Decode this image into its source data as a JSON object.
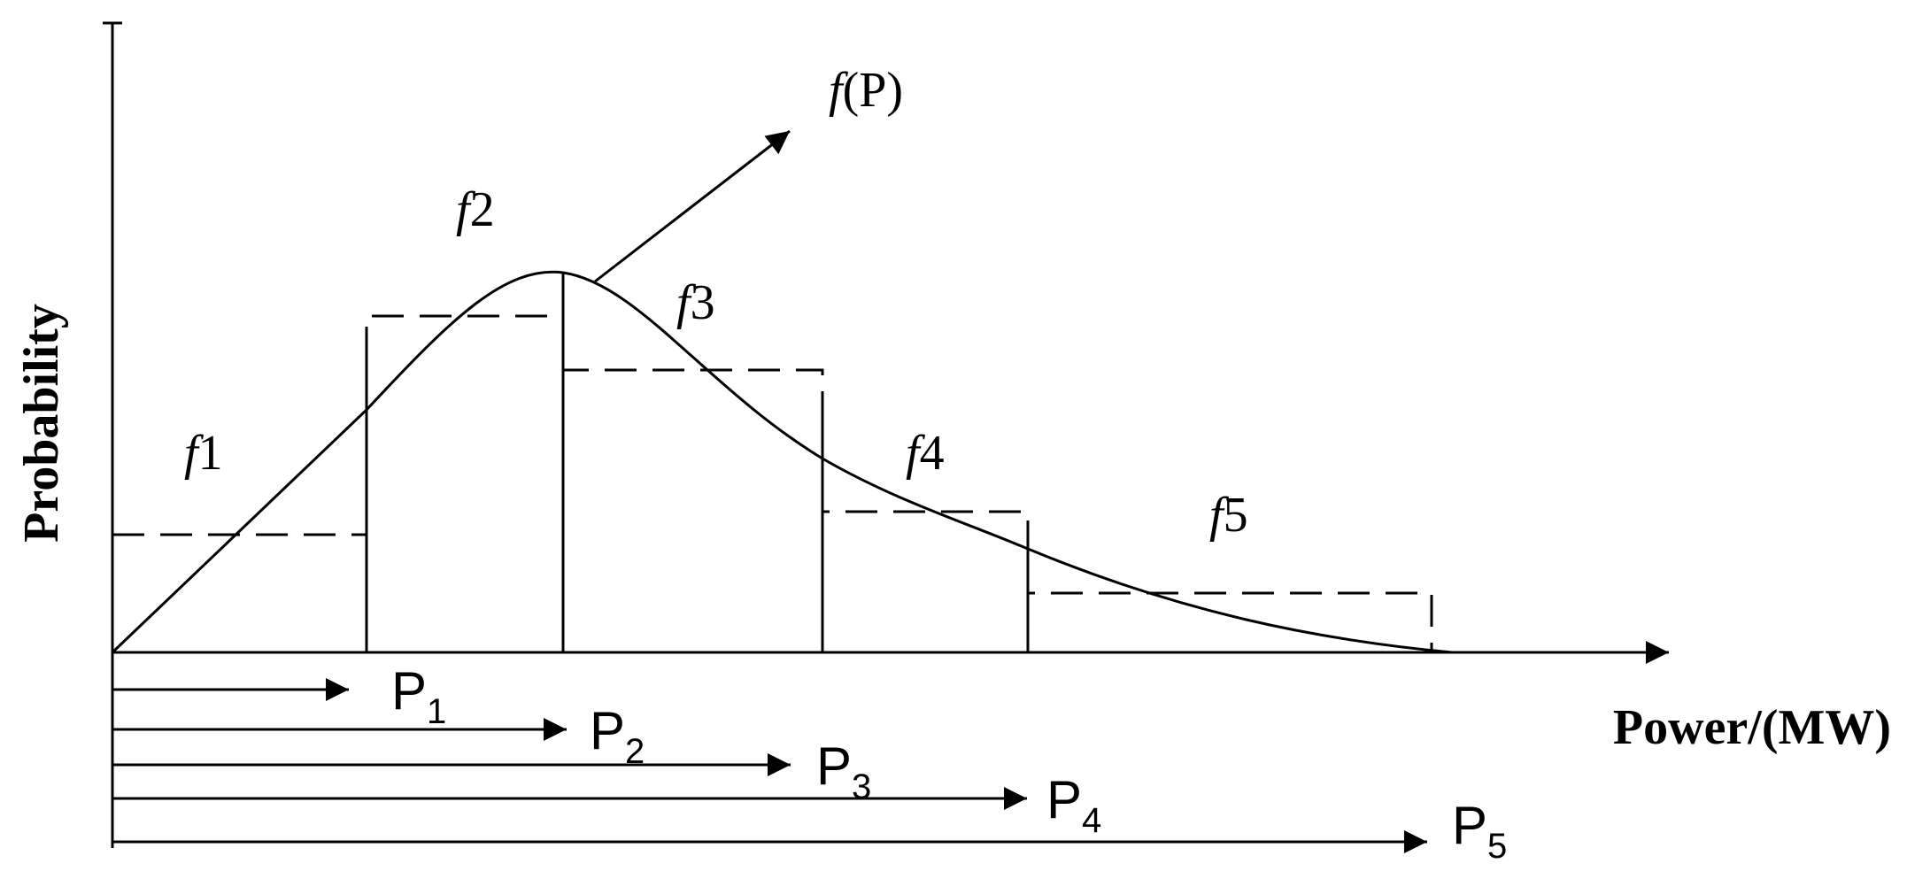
{
  "labels": {
    "curve_f": "f",
    "curve_p": "(P)",
    "ylabel": "Probability",
    "xlabel": "Power/(MW)"
  },
  "regions": [
    {
      "f": "f",
      "n": "1"
    },
    {
      "f": "f",
      "n": "2"
    },
    {
      "f": "f",
      "n": "3"
    },
    {
      "f": "f",
      "n": "4"
    },
    {
      "f": "f",
      "n": "5"
    }
  ],
  "intervals": [
    {
      "p": "P",
      "sub": "1"
    },
    {
      "p": "P",
      "sub": "2"
    },
    {
      "p": "P",
      "sub": "3"
    },
    {
      "p": "P",
      "sub": "4"
    },
    {
      "p": "P",
      "sub": "5"
    }
  ],
  "colors": {
    "ink": "#000000",
    "background": "#ffffff"
  }
}
